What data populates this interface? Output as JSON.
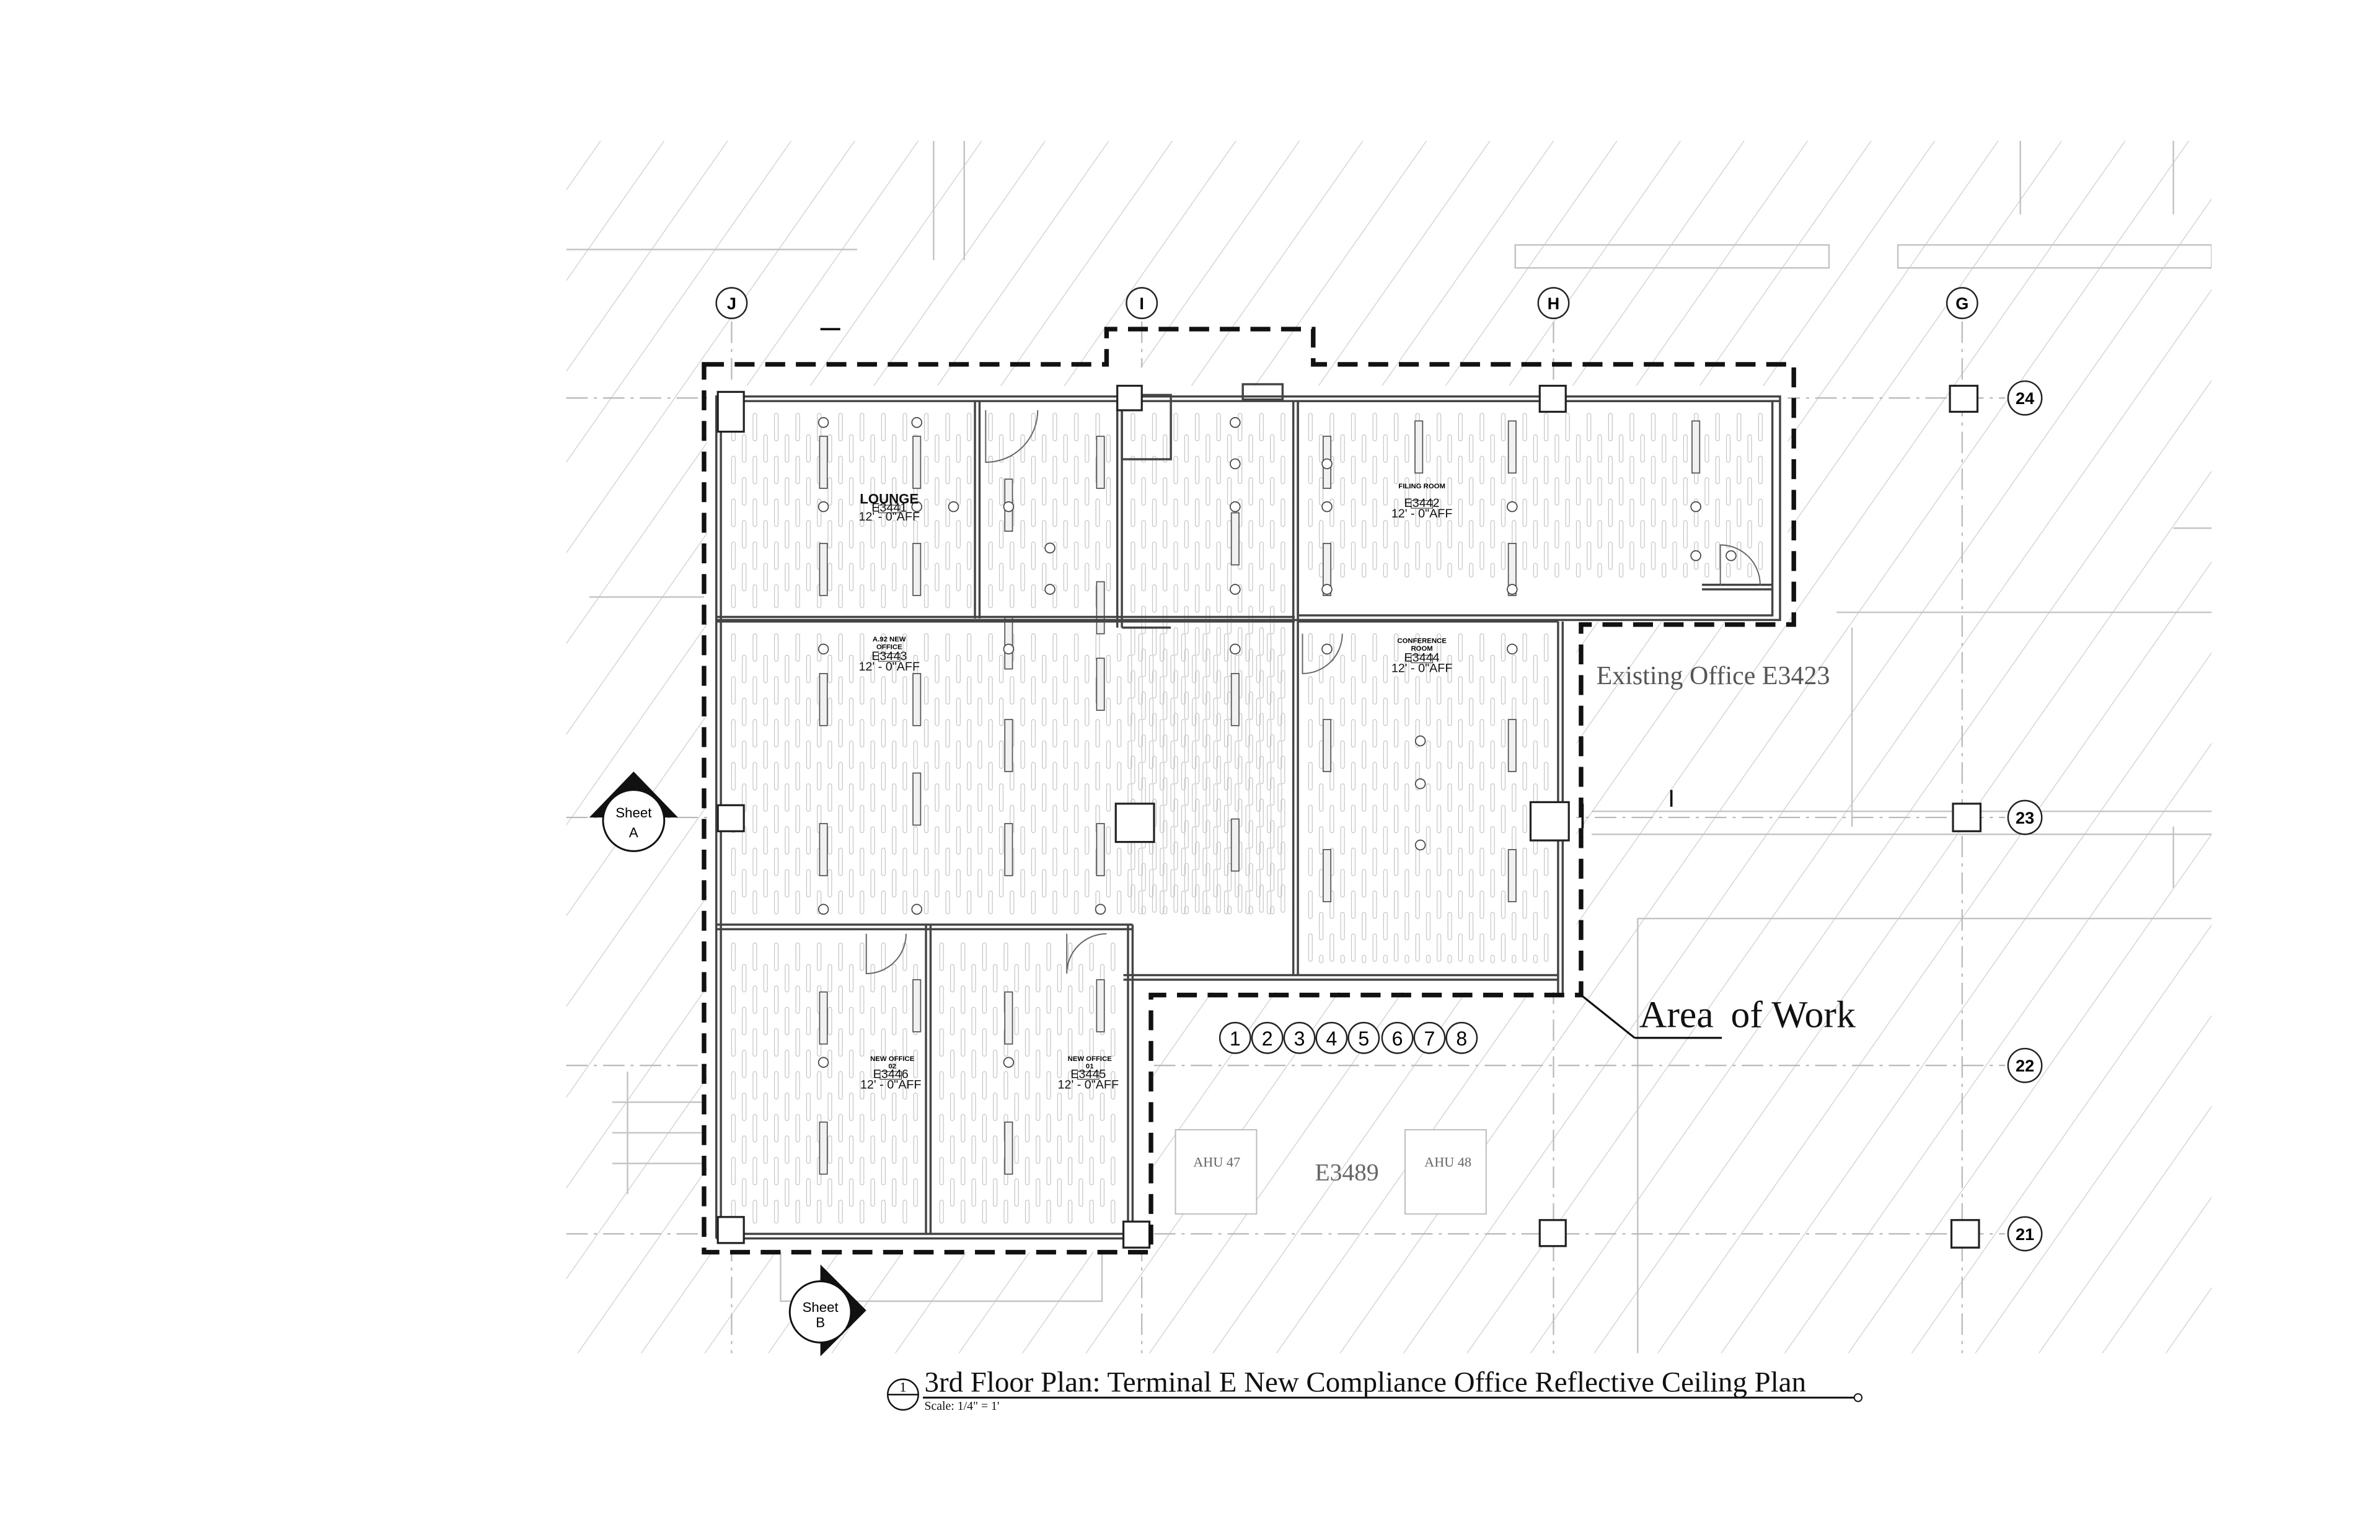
{
  "column_grid": [
    "J",
    "I",
    "H",
    "G"
  ],
  "row_grid": [
    "24",
    "23",
    "22",
    "21"
  ],
  "rooms": [
    {
      "name": "LOUNGE",
      "number": "E3441",
      "height": "12' - 0\"AFF"
    },
    {
      "name": "FILING ROOM",
      "number": "E3442",
      "height": "12' - 0\"AFF"
    },
    {
      "name": "A.92 NEW OFFICE",
      "number": "E3443",
      "height": "12' - 0\"AFF"
    },
    {
      "name": "CONFERENCE ROOM",
      "number": "E3444",
      "height": "12' - 0\"AFF"
    },
    {
      "name": "NEW OFFICE 02",
      "number": "E3446",
      "height": "12' - 0\"AFF"
    },
    {
      "name": "NEW OFFICE 01",
      "number": "E3445",
      "height": "12' - 0\"AFF"
    }
  ],
  "existing_office": "Existing Office E3423",
  "area_of_work": {
    "word1": "Area",
    "word2": "of Work"
  },
  "keynotes": [
    "1",
    "2",
    "3",
    "4",
    "5",
    "6",
    "7",
    "8"
  ],
  "mech_room": {
    "number": "E3489",
    "ahu_left": "AHU 47",
    "ahu_right": "AHU 48"
  },
  "section_a": {
    "label": "Sheet",
    "letter": "A"
  },
  "section_b": {
    "label": "Sheet",
    "letter": "B"
  },
  "title_block": {
    "number": "1",
    "title": "3rd Floor Plan: Terminal E New Compliance Office Reflective Ceiling Plan",
    "scale": "Scale: 1/4\" = 1'"
  }
}
